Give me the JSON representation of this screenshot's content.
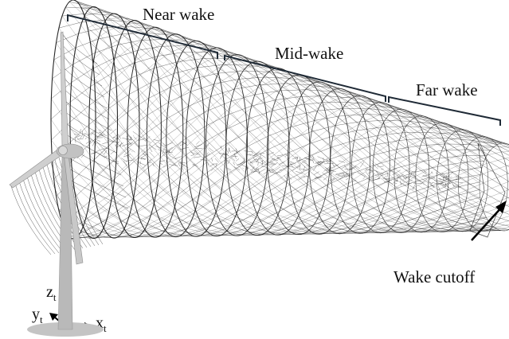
{
  "diagram": {
    "regions": [
      {
        "id": "near",
        "label": "Near wake"
      },
      {
        "id": "mid",
        "label": "Mid-wake"
      },
      {
        "id": "far",
        "label": "Far wake"
      }
    ],
    "cutoff_label": "Wake cutoff",
    "axes": {
      "z": {
        "base": "z",
        "sub": "t"
      },
      "y": {
        "base": "y",
        "sub": "t"
      },
      "x": {
        "base": "x",
        "sub": "t"
      }
    },
    "colors": {
      "mesh": "#1a1a1a",
      "turbine": "#b9b9b9",
      "blade": "#cfcfcf",
      "background": "#ffffff"
    }
  }
}
